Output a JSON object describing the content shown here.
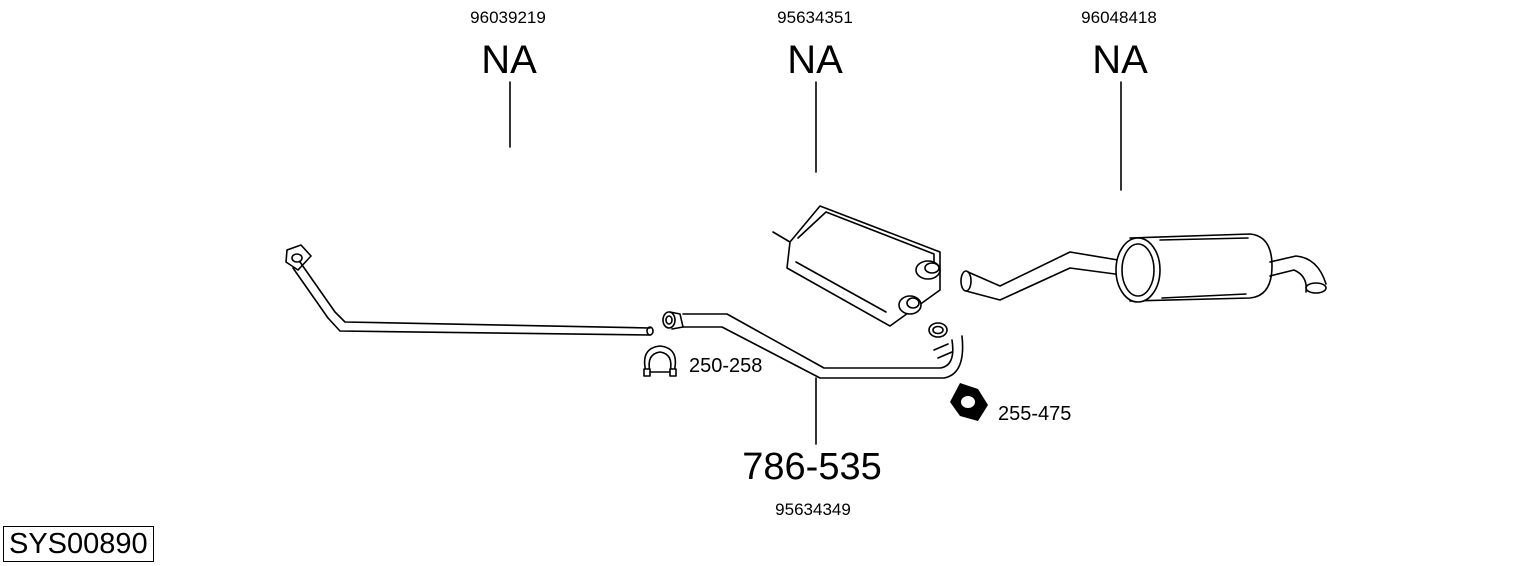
{
  "parts": [
    {
      "name": "front-pipe",
      "oe": "96039219",
      "ref": "NA"
    },
    {
      "name": "centre-silencer",
      "oe": "95634351",
      "ref": "NA"
    },
    {
      "name": "rear-silencer",
      "oe": "96048418",
      "ref": "NA"
    },
    {
      "name": "intermediate-pipe",
      "oe": "95634349",
      "ref": "786-535"
    }
  ],
  "accessories": [
    {
      "name": "clamp",
      "ref": "250-258"
    },
    {
      "name": "gasket",
      "ref": "255-475"
    }
  ],
  "system_id": "SYS00890"
}
